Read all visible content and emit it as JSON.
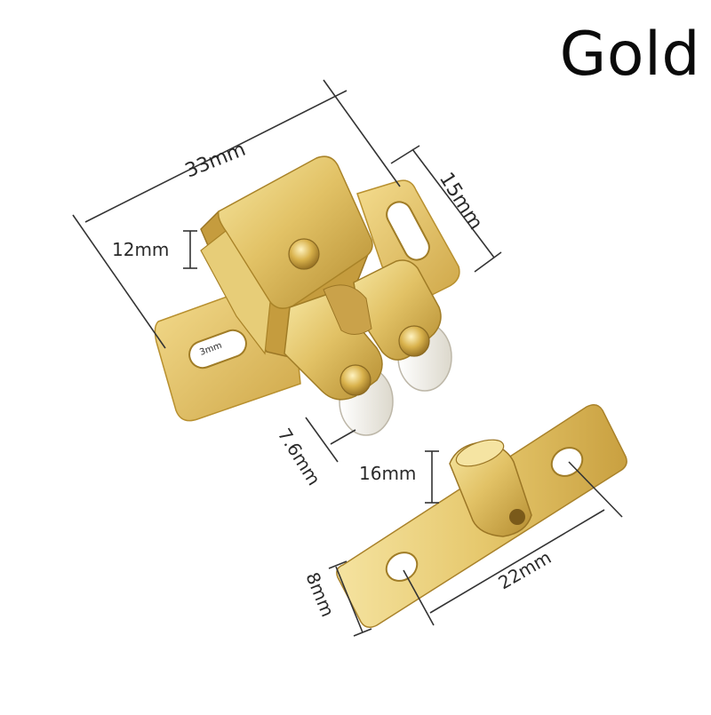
{
  "title": "Gold",
  "dimensions": {
    "overall_width": "33mm",
    "plate_height": "15mm",
    "body_depth": "12mm",
    "hole": "3mm",
    "roller_gap": "7.6mm",
    "strike_height": "16mm",
    "strike_hole_spacing": "22mm",
    "strike_width": "8mm"
  },
  "colors": {
    "gold_light": "#f3dd8a",
    "gold_mid": "#d9b553",
    "gold_dark": "#a9822a",
    "roller": "#f1efe8",
    "dimension_line": "#333333"
  }
}
